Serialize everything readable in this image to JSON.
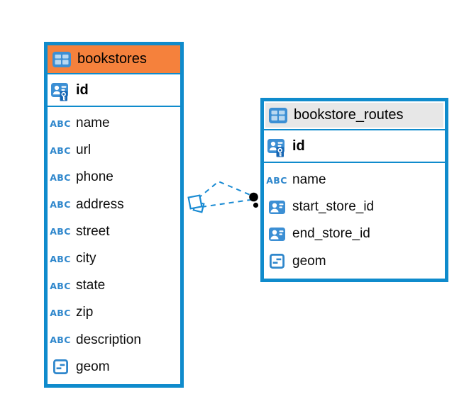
{
  "icons": {
    "text_label": "ABC"
  },
  "colors": {
    "table_border": "#0F8BCC",
    "bookstores_header": "#F5813C",
    "routes_header": "#E7E7E7",
    "icon_blue": "#3C8FD4",
    "icon_cell_light": "#B9D8F0",
    "key_badge_blue": "#1565B3",
    "connector_blue": "#1A8BD3",
    "endpoint_dot": "#000000",
    "text": "#000000"
  },
  "tables": [
    {
      "name": "bookstores",
      "header_color": "#F5813C",
      "columns": [
        {
          "name": "id",
          "type": "primary-key"
        },
        {
          "name": "name",
          "type": "text"
        },
        {
          "name": "url",
          "type": "text"
        },
        {
          "name": "phone",
          "type": "text"
        },
        {
          "name": "address",
          "type": "text"
        },
        {
          "name": "street",
          "type": "text"
        },
        {
          "name": "city",
          "type": "text"
        },
        {
          "name": "state",
          "type": "text"
        },
        {
          "name": "zip",
          "type": "text"
        },
        {
          "name": "description",
          "type": "text"
        },
        {
          "name": "geom",
          "type": "geometry"
        }
      ]
    },
    {
      "name": "bookstore_routes",
      "header_color": "#E7E7E7",
      "columns": [
        {
          "name": "id",
          "type": "primary-key"
        },
        {
          "name": "name",
          "type": "text"
        },
        {
          "name": "start_store_id",
          "type": "person-reference"
        },
        {
          "name": "end_store_id",
          "type": "person-reference"
        },
        {
          "name": "geom",
          "type": "geometry"
        }
      ]
    }
  ],
  "relationships": [
    {
      "from_table": "bookstores",
      "to_table": "bookstore_routes",
      "from_marker": "diamond",
      "to_marker": "dot",
      "style": "dashed"
    },
    {
      "from_table": "bookstores",
      "to_table": "bookstore_routes",
      "from_marker": "diamond",
      "to_marker": "dot",
      "style": "dashed"
    }
  ]
}
